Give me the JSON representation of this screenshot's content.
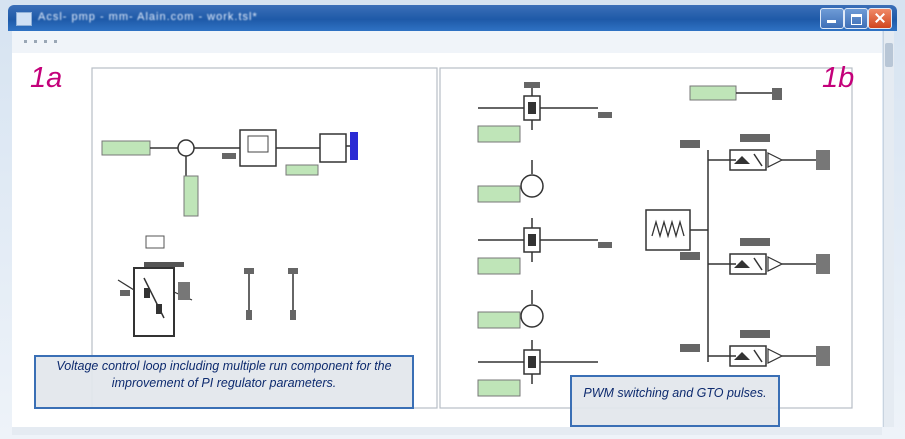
{
  "window": {
    "title": "Acsl- pmp - mm- Alain.com - work.tsl*",
    "icons": {
      "app": "app-icon",
      "minimize": "minimize-icon",
      "maximize": "maximize-icon",
      "close": "close-icon"
    }
  },
  "panels": {
    "left_label": "1a",
    "right_label": "1b"
  },
  "captions": {
    "left": "Voltage control loop including multiple run component for the improvement of PI regulator parameters.",
    "right": "PWM switching and GTO pulses."
  },
  "colors": {
    "accent": "#c4007a",
    "caption_border": "#3a6fb5",
    "caption_text": "#0d2a6e",
    "titlebar": "#1e5aa8",
    "block_green": "#bfe5b8"
  }
}
